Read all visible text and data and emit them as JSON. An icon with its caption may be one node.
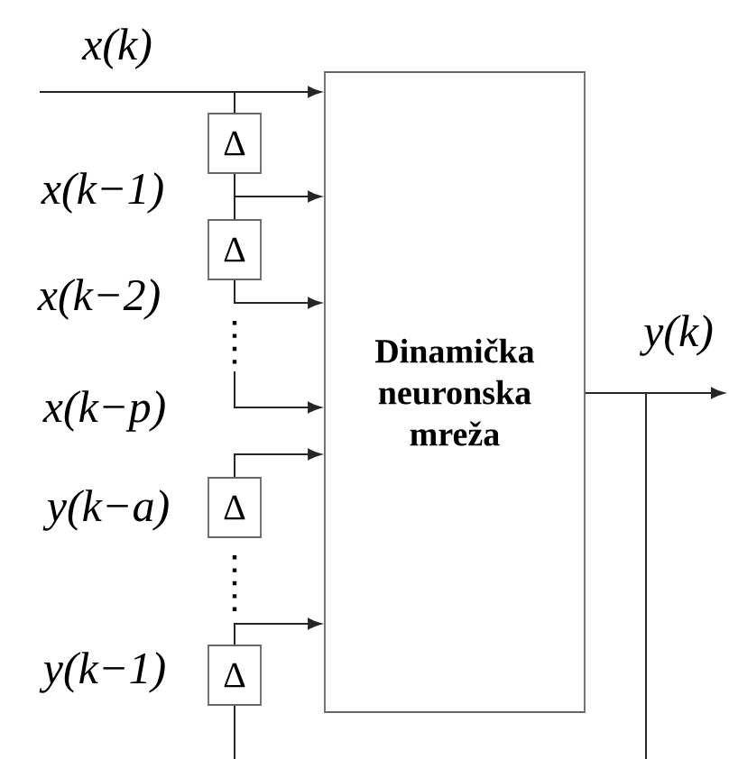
{
  "diagram": {
    "nodes": [
      {
        "text": [
          "Dinamička neuronska mreža"
        ]
      },
      {
        "text": [
          "Δ"
        ]
      },
      {
        "text": [
          "Δ"
        ]
      },
      {
        "text": [
          "Δ"
        ]
      },
      {
        "text": [
          "Δ"
        ]
      }
    ],
    "edges": [
      {
        "from": null,
        "to": 0,
        "arrow": "to"
      },
      {
        "from": null,
        "to": 1,
        "arrow": "none"
      },
      {
        "from": 1,
        "to": 0,
        "arrow": "to"
      },
      {
        "from": 1,
        "to": 2,
        "arrow": "none"
      },
      {
        "from": 2,
        "to": 0,
        "arrow": "to"
      },
      {
        "from": null,
        "to": 0,
        "arrow": "to"
      },
      {
        "from": 3,
        "to": 0,
        "arrow": "to"
      },
      {
        "from": 4,
        "to": 0,
        "arrow": "to"
      },
      {
        "from": 4,
        "to": null,
        "arrow": "none"
      },
      {
        "from": 0,
        "to": null,
        "arrow": "to"
      },
      {
        "from": 0,
        "to": null,
        "arrow": "none"
      }
    ],
    "labels": [
      "x(k)",
      "x(k−1)",
      "x(k−2)",
      "x(k−p)",
      "y(k−a)",
      "y(k−1)",
      "y(k)"
    ]
  }
}
